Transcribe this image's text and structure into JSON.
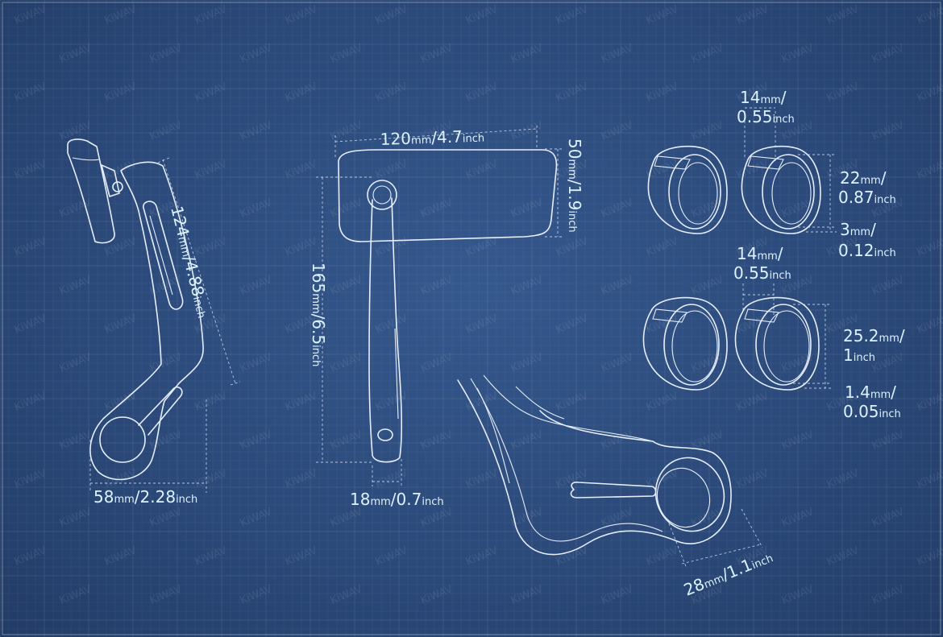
{
  "watermark": "KiWAV",
  "colors": {
    "background": "#2b4a7c",
    "line": "#e6eefc",
    "label": "#dcf2ff"
  },
  "labels": {
    "side_length": {
      "n1": "124",
      "u1": "mm",
      "sep": "/",
      "n2": "4.88",
      "u2": "inch"
    },
    "side_base": {
      "n1": "58",
      "u1": "mm",
      "sep": "/",
      "n2": "2.28",
      "u2": "inch"
    },
    "mirror_width": {
      "n1": "120",
      "u1": "mm",
      "sep": "/",
      "n2": "4.7",
      "u2": "inch"
    },
    "mirror_height": {
      "n1": "50",
      "u1": "mm",
      "sep": "/",
      "n2": "1.9",
      "u2": "inch"
    },
    "arm_height": {
      "n1": "165",
      "u1": "mm",
      "sep": "/",
      "n2": "6.5",
      "u2": "inch"
    },
    "arm_width": {
      "n1": "18",
      "u1": "mm",
      "sep": "/",
      "n2": "0.7",
      "u2": "inch"
    },
    "clamp_bore": {
      "n1": "28",
      "u1": "mm",
      "sep": "/",
      "n2": "1.1",
      "u2": "inch"
    },
    "shim1_width": {
      "n1": "14",
      "u1": "mm",
      "sep": "/",
      "n2": "0.55",
      "u2": "inch"
    },
    "shim1_diameter": {
      "n1": "22",
      "u1": "mm",
      "sep": "/",
      "n2": "0.87",
      "u2": "inch"
    },
    "shim1_wall": {
      "n1": "3",
      "u1": "mm",
      "sep": "/",
      "n2": "0.12",
      "u2": "inch"
    },
    "shim2_width": {
      "n1": "14",
      "u1": "mm",
      "sep": "/",
      "n2": "0.55",
      "u2": "inch"
    },
    "shim2_diameter": {
      "n1": "25.2",
      "u1": "mm",
      "sep": "/",
      "n2": "1",
      "u2": "inch"
    },
    "shim2_wall": {
      "n1": "1.4",
      "u1": "mm",
      "sep": "/",
      "n2": "0.05",
      "u2": "inch"
    }
  }
}
